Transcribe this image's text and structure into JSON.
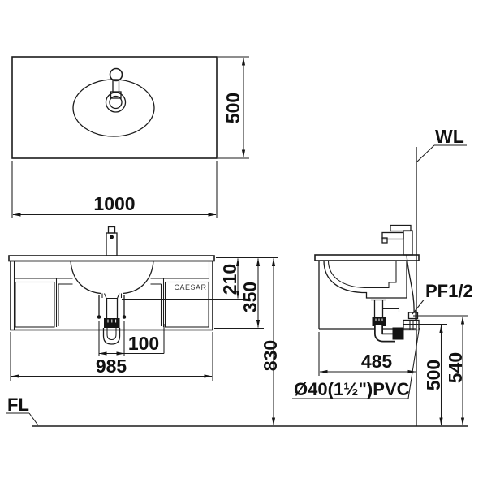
{
  "drawing": {
    "brand_label": "CAESAR",
    "plan_view": {
      "width_mm": "1000",
      "depth_mm": "500"
    },
    "front_view": {
      "cabinet_width_mm": "985",
      "drain_offset_mm": "100",
      "counter_to_drain_mm": "210",
      "cabinet_height_mm": "350",
      "counter_height_mm": "830"
    },
    "side_view": {
      "depth_mm": "485",
      "drain_height_mm": "500",
      "supply_height_mm": "540"
    },
    "annotations": {
      "wall_line": "WL",
      "floor_line": "FL",
      "water_supply": "PF1/2",
      "drain_pipe": "Ø40(1½\")PVC"
    }
  }
}
